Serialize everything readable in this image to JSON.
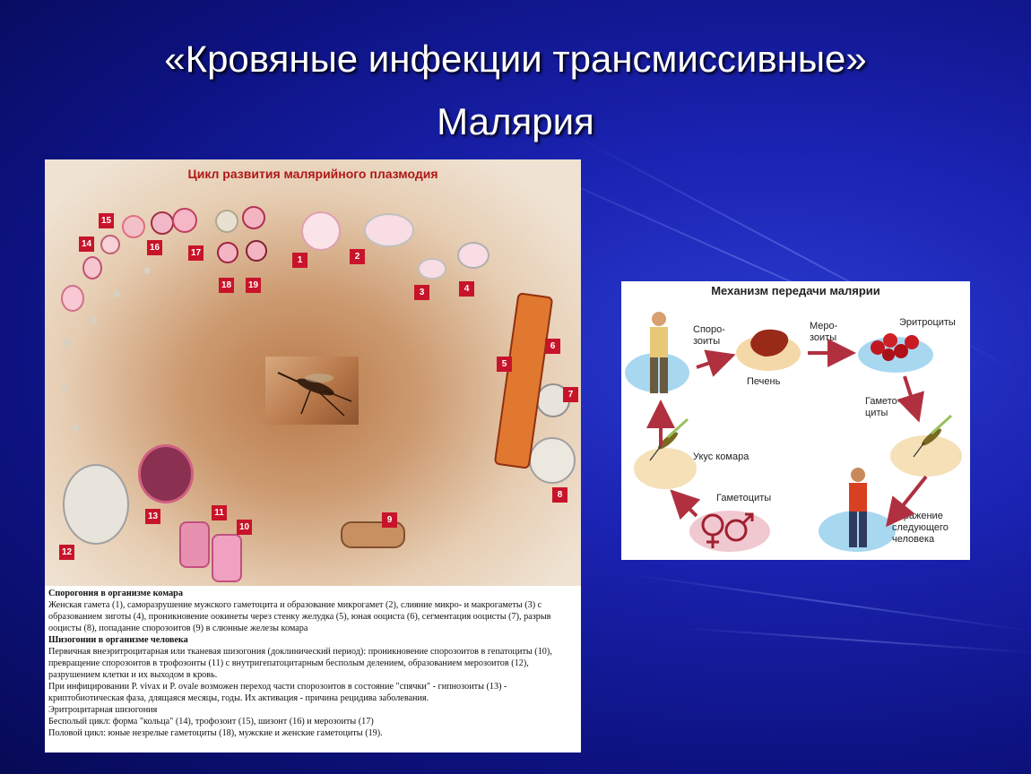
{
  "slide": {
    "title_line1": "«Кровяные инфекции трансмиссивные»",
    "title_line2": "Малярия"
  },
  "cycle_figure": {
    "title": "Цикл развития малярийного плазмодия",
    "stage_numbers": [
      "1",
      "2",
      "3",
      "4",
      "5",
      "6",
      "7",
      "8",
      "9",
      "10",
      "11",
      "12",
      "13",
      "14",
      "15",
      "16",
      "17",
      "18",
      "19"
    ],
    "legend": [
      {
        "text": "Спорогония в организме комара",
        "heading": true
      },
      {
        "text": "Женская гамета (1), саморазрушение мужского гаметоцита и образование микрогамет (2), слияние микро- и макрогаметы (3)  с образованием зиготы (4), проникновение оокинеты через стенку желудка (5), юная ооциста (6), сегментация ооцисты (7), разрыв ооцисты (8), попадание спорозоитов (9) в слюнные железы комара",
        "heading": false
      },
      {
        "text": "Шизогонии в организме человека",
        "heading": true
      },
      {
        "text": "Первичная внеэритроцитарная или тканевая шизогония (доклинический период): проникновение спорозоитов в гепатоциты (10), превращение спорозоитов в трофозоиты (11) с внутригепатоцитарным бесполым делением, образованием мерозоитов (12), разрушением  клетки и их выходом в кровь.",
        "heading": false
      },
      {
        "text": "При инфицировании P. vivax и P. ovale возможен переход части спорозоитов в состояние \"спячки\" -  гипнозоиты (13) - криптобиотическая фаза, длящаяся месяцы, годы. Их активация - причина рецидива заболевания.",
        "heading": false
      },
      {
        "text": "Эритроцитарная шизогония",
        "heading": false
      },
      {
        "text": "Бесполый цикл: форма \"кольца\" (14),  трофозоит (15),  шизонт (16) и мерозоиты (17)",
        "heading": false
      },
      {
        "text": "Половой цикл: юные незрелые гаметоциты (18), мужские и женские гаметоциты (19).",
        "heading": false
      }
    ]
  },
  "transmission_figure": {
    "title": "Механизм передачи малярии",
    "labels": {
      "sporozoites": "Споро-\nзоиты",
      "liver": "Печень",
      "merozoites": "Меро-\nзоиты",
      "erythrocytes": "Эритроциты",
      "gametocytes_right": "Гамето-\nциты",
      "mosquito_bite": "Укус комара",
      "gametocytes_bottom": "Гаметоциты",
      "infection_next": "Заражение\nследующего\nчеловека"
    }
  },
  "colors": {
    "background": "#1a22b0",
    "title_text": "#ffffff",
    "figure_title_red": "#b01818",
    "number_badge": "#c8142a",
    "arrow": "#b03040"
  }
}
